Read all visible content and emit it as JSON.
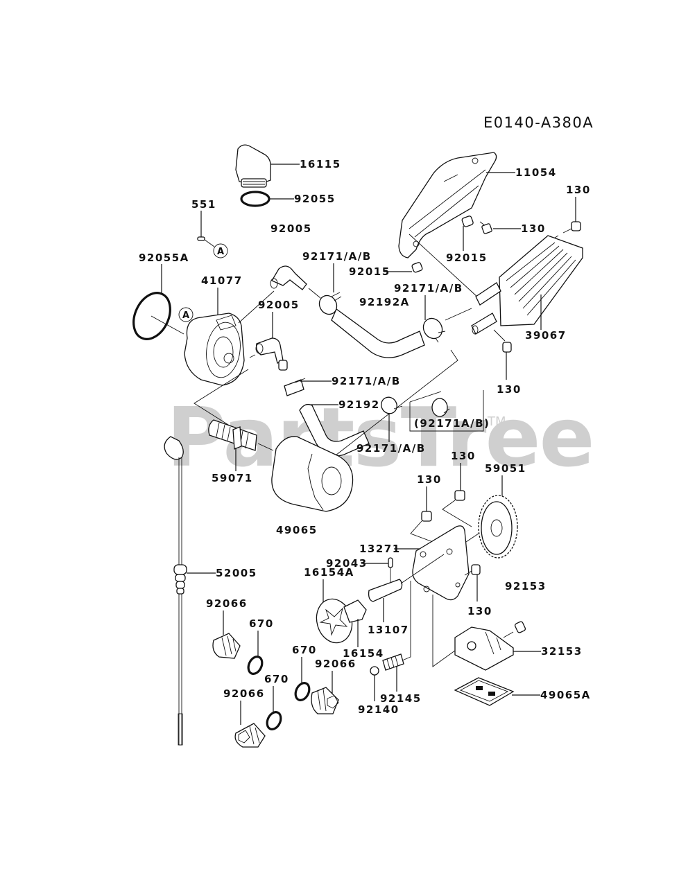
{
  "diagram": {
    "code": "E0140-A380A",
    "watermark": "PartsTree",
    "watermark_tm": "TM",
    "ref_marker": "A",
    "callouts": {
      "p16115": "16115",
      "p92055": "92055",
      "p551": "551",
      "p92005_top": "92005",
      "p92055A": "92055A",
      "p41077": "41077",
      "p92005": "92005",
      "p92171_a": "92171/A/B",
      "p92171_b": "92171/A/B",
      "p92171_c": "92171/A/B",
      "p92171_d": "92171/A/B",
      "p92171A_box": "(92171A/B)",
      "p92192A": "92192A",
      "p92192": "92192",
      "p11054": "11054",
      "p92015_a": "92015",
      "p92015_b": "92015",
      "p130_a": "130",
      "p130_b": "130",
      "p130_c": "130",
      "p130_d": "130",
      "p130_e": "130",
      "p130_f": "130",
      "p39067": "39067",
      "p59071": "59071",
      "p49065": "49065",
      "p59051": "59051",
      "p13271": "13271",
      "p92043": "92043",
      "p16154A": "16154A",
      "p92153": "92153",
      "p52005": "52005",
      "p13107": "13107",
      "p16154": "16154",
      "p32153": "32153",
      "p92066_a": "92066",
      "p92066_b": "92066",
      "p92066_c": "92066",
      "p670_a": "670",
      "p670_b": "670",
      "p670_c": "670",
      "p92145": "92145",
      "p92140": "92140",
      "p49065A": "49065A"
    }
  }
}
